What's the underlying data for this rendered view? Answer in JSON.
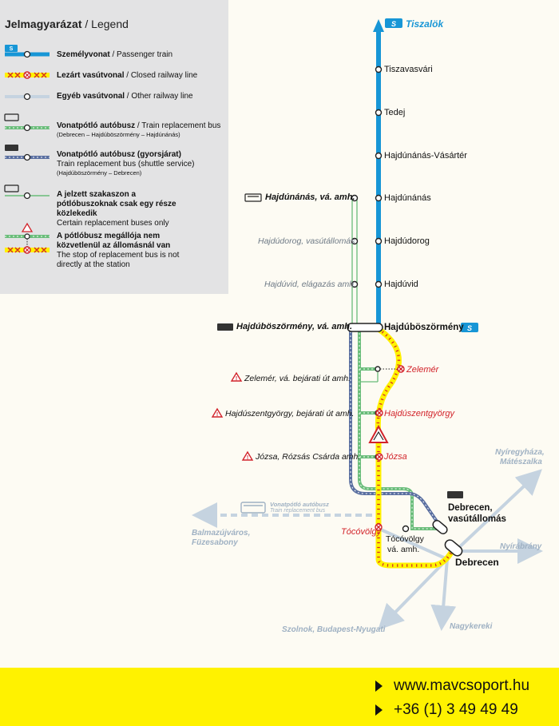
{
  "legend": {
    "title_bold": "Jelmagyarázat",
    "title_rest": " / Legend",
    "items": [
      {
        "bold": "Személyvonat",
        "rest": " / Passenger train",
        "sub": ""
      },
      {
        "bold": "Lezárt vasútvonal",
        "rest": " / Closed railway line",
        "sub": ""
      },
      {
        "bold": "Egyéb vasútvonal",
        "rest": " / Other railway line",
        "sub": ""
      },
      {
        "bold": "Vonatpótló autóbusz",
        "rest": " / Train replacement bus",
        "sub": "(Debrecen – Hajdúböszörmény – Hajdúnánás)"
      },
      {
        "bold": "Vonatpótló autóbusz (gyorsjárat)",
        "rest": "Train replacement bus (shuttle service)",
        "sub": "(Hajdúböszörmény – Debrecen)"
      },
      {
        "bold": "A jelzett szakaszon a pótlóbuszoknak csak egy része közlekedik",
        "rest": "Certain replacement buses only",
        "sub": ""
      },
      {
        "bold": "A pótlóbusz megállója nem közvetlenül az állomásnál van",
        "rest": "The stop of replacement bus is not directly at the station",
        "sub": ""
      }
    ],
    "badge": "S"
  },
  "stations": {
    "tiszalok": "Tiszalök",
    "tiszavasvari": "Tiszavasvári",
    "tedej": "Tedej",
    "hajdunanas_vasarter": "Hajdúnánás-Vásártér",
    "hajdunanas": "Hajdúnánás",
    "hajdudorog": "Hajdúdorog",
    "hajduvid": "Hajdúvid",
    "hajduboszormeny": "Hajdúböszörmény",
    "zelemer": "Zelemér",
    "hajduszentgyorgy": "Hajdúszentgyörgy",
    "jozsa": "Józsa",
    "tocovolgy": "Tócóvölgy",
    "debrecen": "Debrecen"
  },
  "bus_stops": {
    "hajdunanas": "Hajdúnánás, vá. amh.",
    "hajdudorog": "Hajdúdorog, vasútállomás",
    "hajduvid": "Hajdúvid, elágazás amh.",
    "hajduboszormeny": "Hajdúböszörmény, vá. amh.",
    "zelemer": "Zelemér, vá. bejárati út amh.",
    "hajduszentgyorgy": "Hajdúszentgyörgy, bejárati út amh.",
    "jozsa": "Józsa, Rózsás Csárda amh.",
    "tocovolgy_1": "Tócóvölgy",
    "tocovolgy_2": "vá. amh.",
    "debrecen_1": "Debrecen,",
    "debrecen_2": "vasútállomás"
  },
  "destinations": {
    "nyiregyhaza_1": "Nyíregyháza,",
    "nyiregyhaza_2": "Mátészalka",
    "nyirabrany": "Nyírábrány",
    "nagykereki": "Nagykereki",
    "szolnok": "Szolnok, Budapest-Nyugati",
    "balmazujvaros_1": "Balmazújváros,",
    "balmazujvaros_2": "Füzesabony",
    "bus_label_1": "Vonatpótló autóbusz",
    "bus_label_2": "Train replacement bus"
  },
  "footer": {
    "web": "www.mavcsoport.hu",
    "phone": "+36 (1) 3 49 49 49"
  },
  "colors": {
    "train": "#1796d6",
    "closed": "#fff200",
    "closed_x": "#d2232a",
    "other": "#c5d3e0",
    "bus_green": "#6abd7a",
    "bus_blue": "#5a6fa0",
    "footer": "#fff200"
  }
}
